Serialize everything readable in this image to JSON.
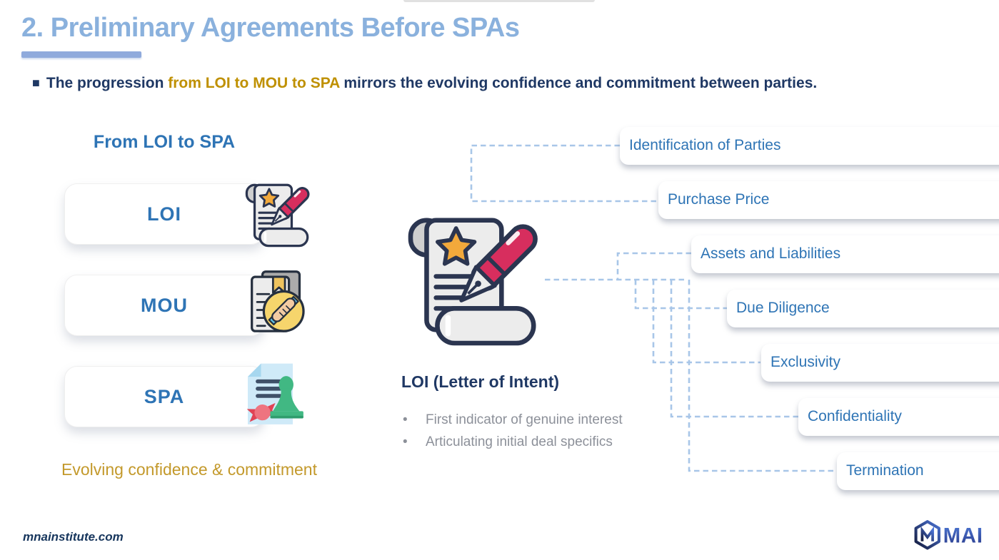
{
  "slide": {
    "title": "2. Preliminary Agreements Before SPAs",
    "intro": {
      "bullet_glyph": "■",
      "pre": "The progression ",
      "highlight": "from LOI to MOU to SPA",
      "post": " mirrors the evolving confidence and commitment between parties."
    },
    "left_panel": {
      "heading": "From LOI to SPA",
      "stages": [
        {
          "label": "LOI",
          "icon": "scroll-pen-icon"
        },
        {
          "label": "MOU",
          "icon": "document-handshake-icon"
        },
        {
          "label": "SPA",
          "icon": "document-stamp-icon"
        }
      ],
      "caption": "Evolving confidence & commitment"
    },
    "center_panel": {
      "icon": "scroll-pen-icon",
      "heading": "LOI (Letter of Intent)",
      "bullet_glyph": "•",
      "bullets": [
        "First indicator of genuine interest",
        "Articulating initial deal specifics"
      ]
    },
    "right_panel": {
      "items": [
        "Identification of Parties",
        "Purchase Price",
        "Assets and Liabilities",
        "Due Diligence",
        "Exclusivity",
        "Confidentiality",
        "Termination"
      ]
    },
    "footer": {
      "website": "mnainstitute.com",
      "logo_text": "MAI"
    }
  },
  "colors": {
    "title_blue": "#8ab1dd",
    "underline_blue": "#8faadc",
    "navy": "#1f3864",
    "gold_highlight": "#bf9000",
    "gold_caption": "#c3992b",
    "label_blue": "#2e74b5",
    "connector_blue": "#a8c6e8",
    "bullet_gray": "#8c9099",
    "pen_crimson": "#d72e5e",
    "star_gold": "#f2a93b",
    "stamp_green": "#41b883",
    "seal_red": "#e04355",
    "doc_blue": "#cfeaf8",
    "handshake_yellow": "#f6d56c",
    "sleeve_blue": "#5fc3e9"
  }
}
